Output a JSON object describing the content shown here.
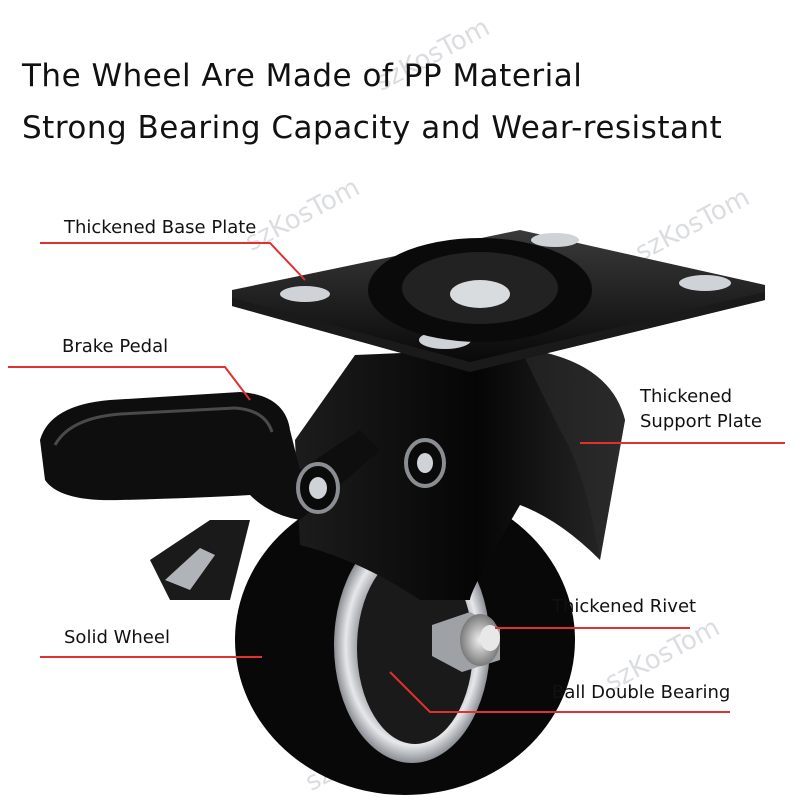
{
  "headline": {
    "line1": "The Wheel Are Made of PP Material",
    "line2": "Strong Bearing Capacity and Wear-resistant"
  },
  "callouts": {
    "base_plate": "Thickened Base Plate",
    "brake_pedal": "Brake Pedal",
    "support_plate_1": "Thickened",
    "support_plate_2": "Support Plate",
    "rivet": "Thickened Rivet",
    "solid_wheel": "Solid Wheel",
    "bearing": "Ball Double Bearing"
  },
  "watermark": "szKosTom",
  "colors": {
    "callout_line": "#e03030",
    "caster_body": "#0c0c0c",
    "wheel_rim": "#c9ccd0",
    "text": "#111111"
  }
}
